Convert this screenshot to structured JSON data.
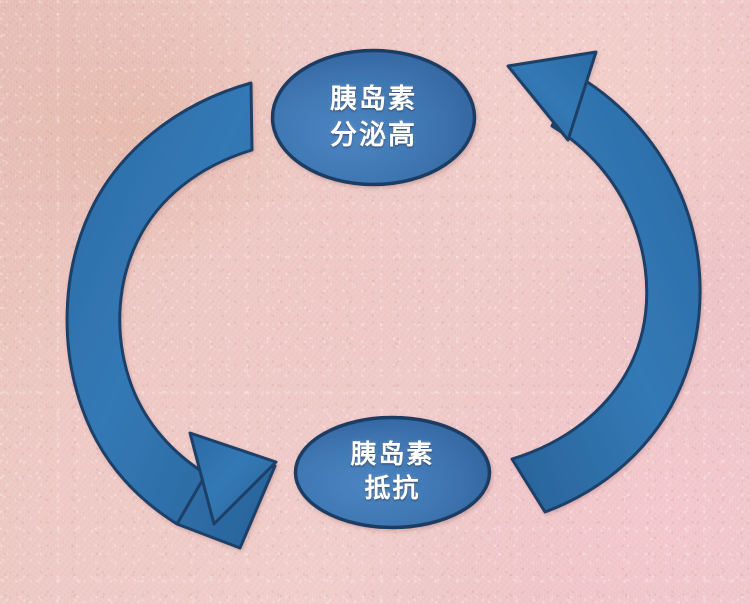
{
  "diagram": {
    "title": "insulin-vicious-cycle",
    "type": "cycle",
    "background_color": "#edc8c5",
    "node_fill_color": "#3d74b0",
    "node_stroke_color": "#1f3d63",
    "arrow_fill_color": "#2f72ad",
    "arrow_stroke_color": "#1d3f67",
    "label_color": "#ffffff",
    "nodes": [
      {
        "id": "insulin-secretion-high",
        "shape": "ellipse",
        "line1": "胰岛素",
        "line2": "分泌高"
      },
      {
        "id": "insulin-resistance",
        "shape": "ellipse",
        "line1": "胰岛素",
        "line2": "抵抗"
      }
    ],
    "connectors": [
      {
        "id": "arrow-secretion-to-resistance",
        "name": "left-curved-arrow",
        "from": "insulin-secretion-high",
        "to": "insulin-resistance",
        "direction": "counterclockwise-down-left"
      },
      {
        "id": "arrow-resistance-to-secretion",
        "name": "right-curved-arrow",
        "from": "insulin-resistance",
        "to": "insulin-secretion-high",
        "direction": "counterclockwise-up-right"
      }
    ]
  }
}
